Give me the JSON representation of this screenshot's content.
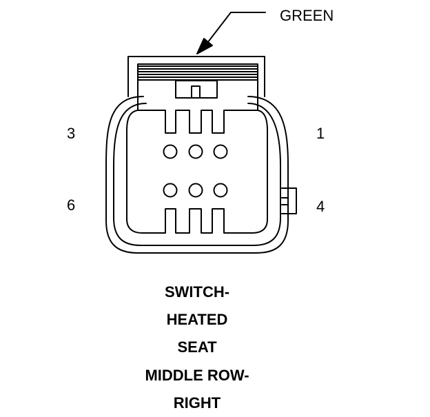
{
  "callout": {
    "label": "GREEN"
  },
  "pins": {
    "p3": "3",
    "p1": "1",
    "p6": "6",
    "p4": "4"
  },
  "title_lines": [
    "SWITCH-",
    "HEATED",
    "SEAT",
    "MIDDLE ROW-",
    "RIGHT"
  ],
  "colors": {
    "stroke": "#000000",
    "background": "#ffffff"
  }
}
